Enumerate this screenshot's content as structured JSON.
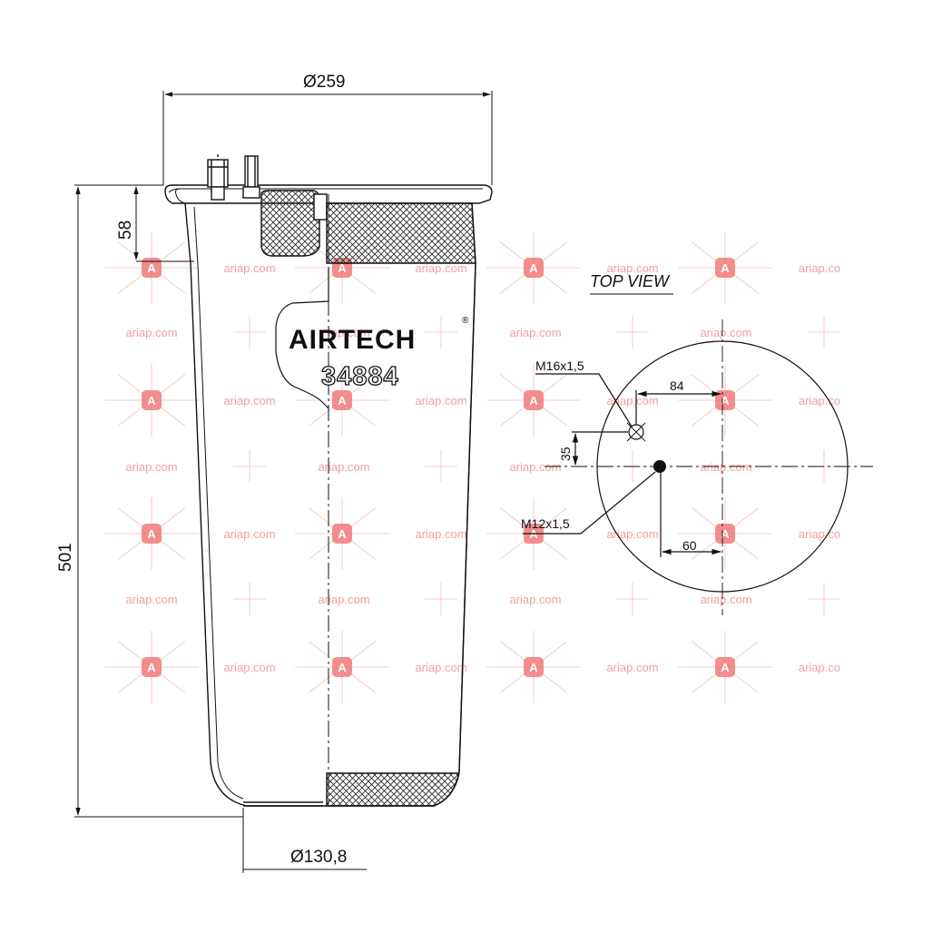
{
  "drawing": {
    "brand": "AIRTECH",
    "brand_mark": "®",
    "part_number": "34884",
    "top_view_label": "TOP VIEW"
  },
  "dimensions": {
    "top_diameter": "Ø259",
    "bottom_diameter": "Ø130,8",
    "height": "501",
    "top_section_height": "58"
  },
  "top_view": {
    "stud_thread": "M16x1,5",
    "air_inlet_thread": "M12x1,5",
    "stud_horizontal_offset": "84",
    "stud_vertical_offset": "35",
    "inlet_horizontal_offset": "60"
  },
  "watermark": {
    "text": "ariap.com",
    "text_cut": "ariap.co",
    "badge": "A"
  },
  "colors": {
    "line": "#111111",
    "watermark": "#f2a0a0",
    "watermark_badge": "#f07a7a"
  }
}
